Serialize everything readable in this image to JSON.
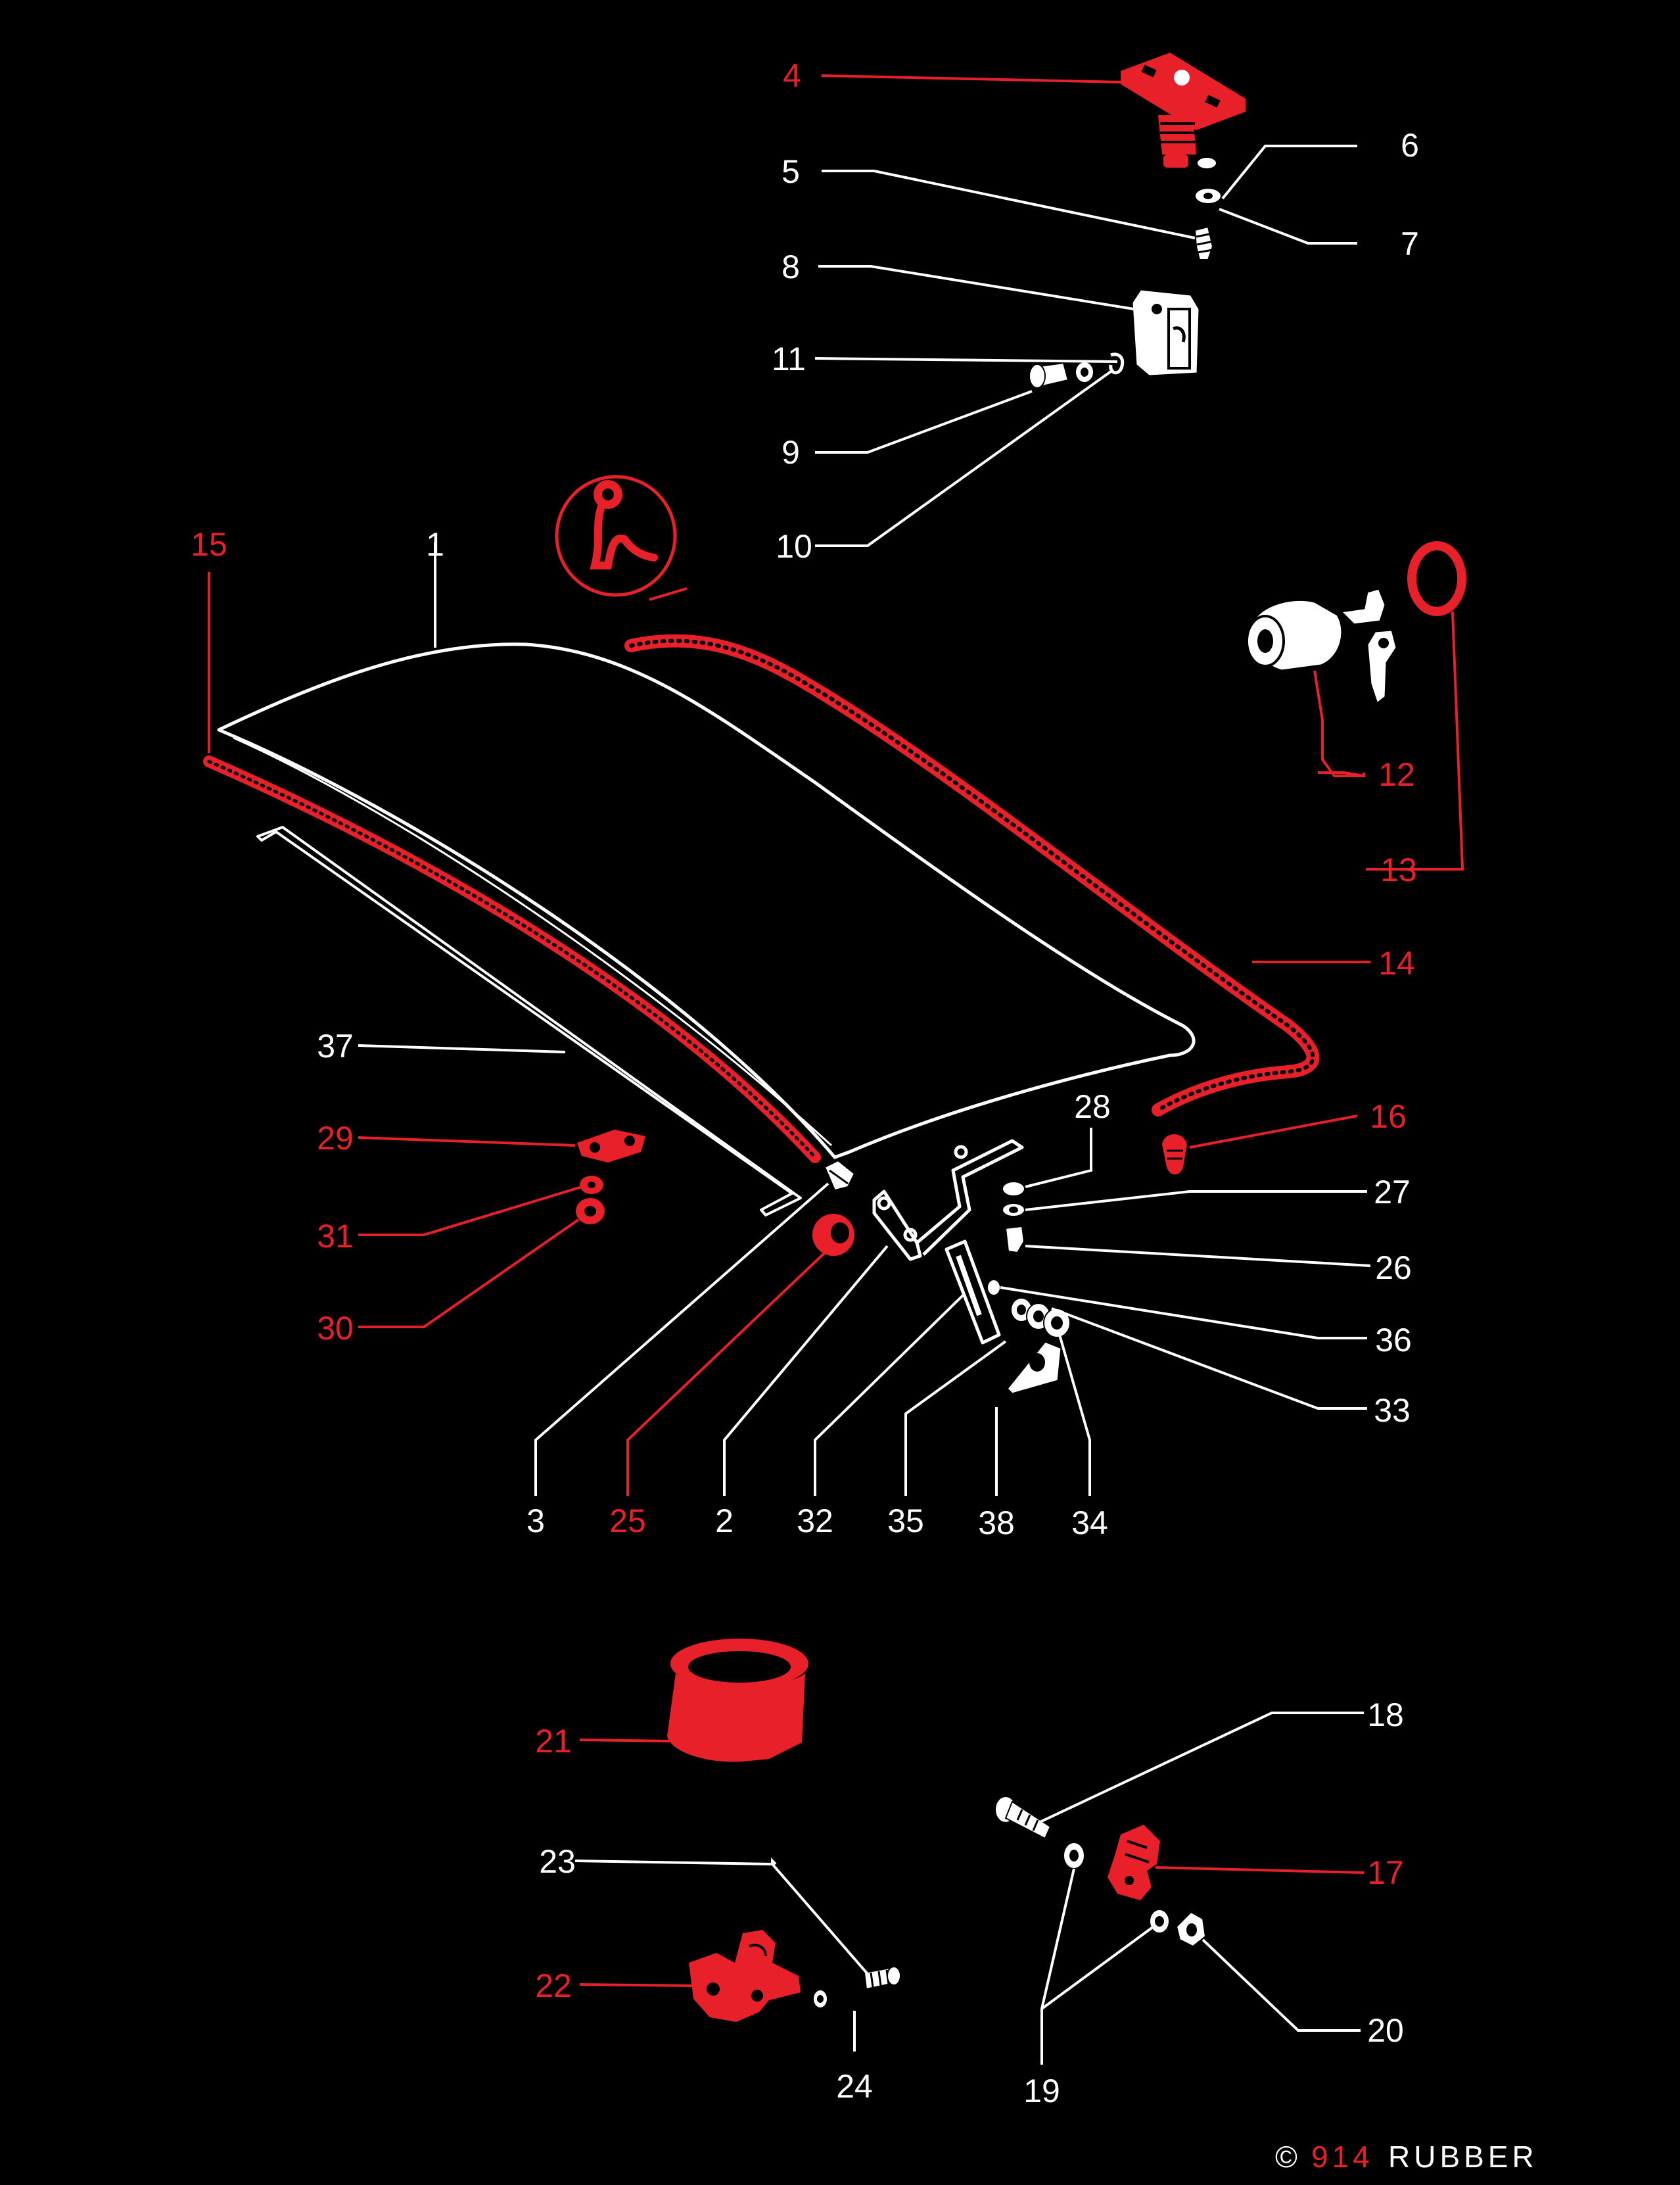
{
  "colors": {
    "background": "#000000",
    "outline": "#ffffff",
    "highlight": "#e8202a"
  },
  "callouts": [
    {
      "id": "c4",
      "label": "4",
      "highlighted": true
    },
    {
      "id": "c5",
      "label": "5",
      "highlighted": false
    },
    {
      "id": "c6",
      "label": "6",
      "highlighted": false
    },
    {
      "id": "c7",
      "label": "7",
      "highlighted": false
    },
    {
      "id": "c8",
      "label": "8",
      "highlighted": false
    },
    {
      "id": "c11",
      "label": "11",
      "highlighted": false
    },
    {
      "id": "c9",
      "label": "9",
      "highlighted": false
    },
    {
      "id": "c10",
      "label": "10",
      "highlighted": false
    },
    {
      "id": "c15",
      "label": "15",
      "highlighted": true
    },
    {
      "id": "c1",
      "label": "1",
      "highlighted": false
    },
    {
      "id": "c12",
      "label": "12",
      "highlighted": true
    },
    {
      "id": "c13",
      "label": "13",
      "highlighted": true
    },
    {
      "id": "c14",
      "label": "14",
      "highlighted": true
    },
    {
      "id": "c37",
      "label": "37",
      "highlighted": false
    },
    {
      "id": "c28",
      "label": "28",
      "highlighted": false
    },
    {
      "id": "c16",
      "label": "16",
      "highlighted": true
    },
    {
      "id": "c29",
      "label": "29",
      "highlighted": true
    },
    {
      "id": "c27",
      "label": "27",
      "highlighted": false
    },
    {
      "id": "c31",
      "label": "31",
      "highlighted": true
    },
    {
      "id": "c26",
      "label": "26",
      "highlighted": false
    },
    {
      "id": "c30",
      "label": "30",
      "highlighted": true
    },
    {
      "id": "c36",
      "label": "36",
      "highlighted": false
    },
    {
      "id": "c33",
      "label": "33",
      "highlighted": false
    },
    {
      "id": "c3",
      "label": "3",
      "highlighted": false
    },
    {
      "id": "c25",
      "label": "25",
      "highlighted": true
    },
    {
      "id": "c2",
      "label": "2",
      "highlighted": false
    },
    {
      "id": "c32",
      "label": "32",
      "highlighted": false
    },
    {
      "id": "c35",
      "label": "35",
      "highlighted": false
    },
    {
      "id": "c38",
      "label": "38",
      "highlighted": false
    },
    {
      "id": "c34",
      "label": "34",
      "highlighted": false
    },
    {
      "id": "c18",
      "label": "18",
      "highlighted": false
    },
    {
      "id": "c21",
      "label": "21",
      "highlighted": true
    },
    {
      "id": "c17",
      "label": "17",
      "highlighted": true
    },
    {
      "id": "c23",
      "label": "23",
      "highlighted": false
    },
    {
      "id": "c22",
      "label": "22",
      "highlighted": true
    },
    {
      "id": "c20",
      "label": "20",
      "highlighted": false
    },
    {
      "id": "c24",
      "label": "24",
      "highlighted": false
    },
    {
      "id": "c19",
      "label": "19",
      "highlighted": false
    }
  ],
  "branding": {
    "copyright_symbol": "©",
    "brand_number": "914",
    "brand_word": "RUBBER"
  }
}
